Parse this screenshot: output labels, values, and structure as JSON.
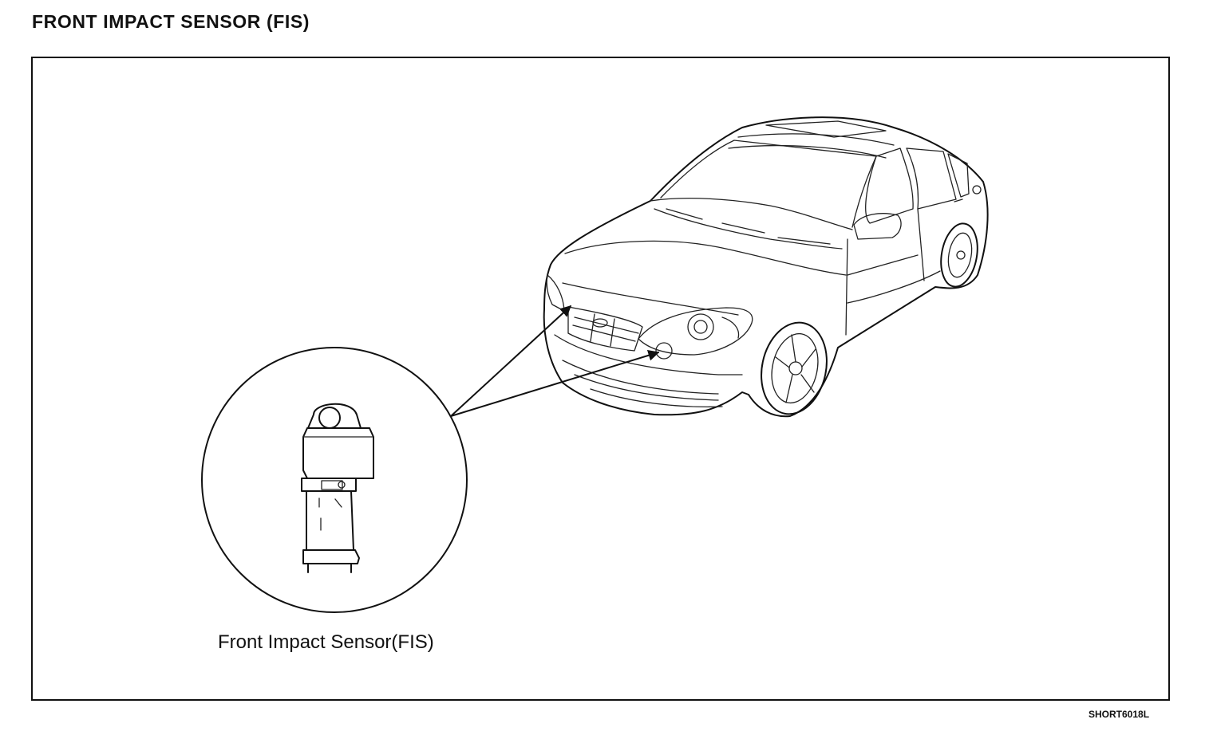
{
  "title": "FRONT IMPACT SENSOR (FIS)",
  "callout_label": "Front Impact Sensor(FIS)",
  "figure_code": "SHORT6018L",
  "icons": {
    "vehicle": "sedan-front-three-quarter-illustration",
    "sensor": "front-impact-sensor-illustration"
  },
  "colors": {
    "ink": "#111111",
    "background": "#ffffff"
  }
}
